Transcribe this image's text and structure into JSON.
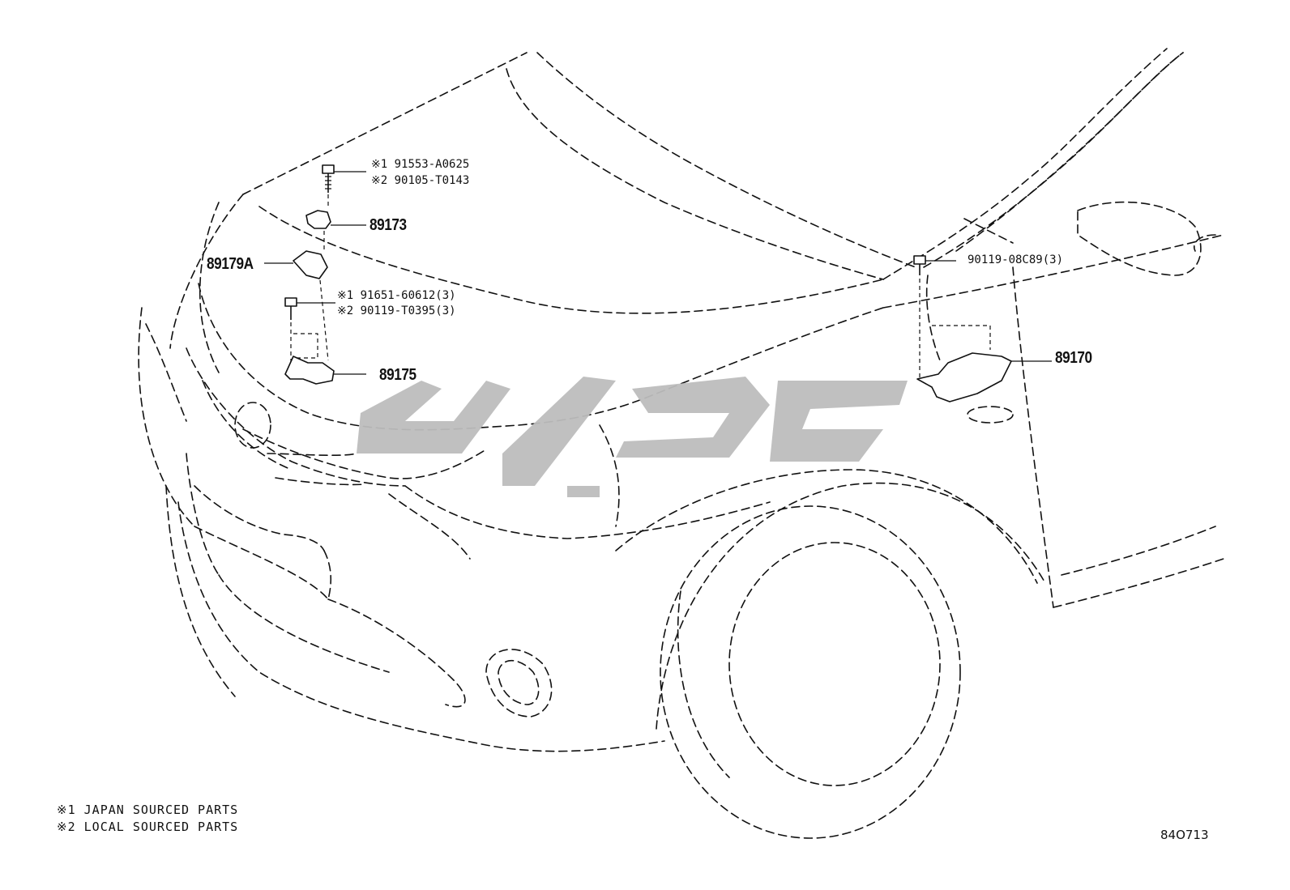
{
  "diagram": {
    "bolt_top": {
      "line1": "※1 91553-A0625",
      "line2": "※2 90105-T0143"
    },
    "part_89173": "89173",
    "part_89179A": "89179A",
    "bolt_mid": {
      "line1": "※1 91651-60612(3)",
      "line2": "※2 90119-T0395(3)"
    },
    "part_89175": "89175",
    "bolt_right": "90119-08C89(3)",
    "part_89170": "89170",
    "legend": {
      "line1": "※1 JAPAN SOURCED PARTS",
      "line2": "※2 LOCAL SOURCED PARTS"
    },
    "illustration_code": "84O713",
    "watermark_text": "ت‌سوپارت",
    "colors": {
      "line": "#111111",
      "watermark": "#bdbdbd"
    }
  }
}
